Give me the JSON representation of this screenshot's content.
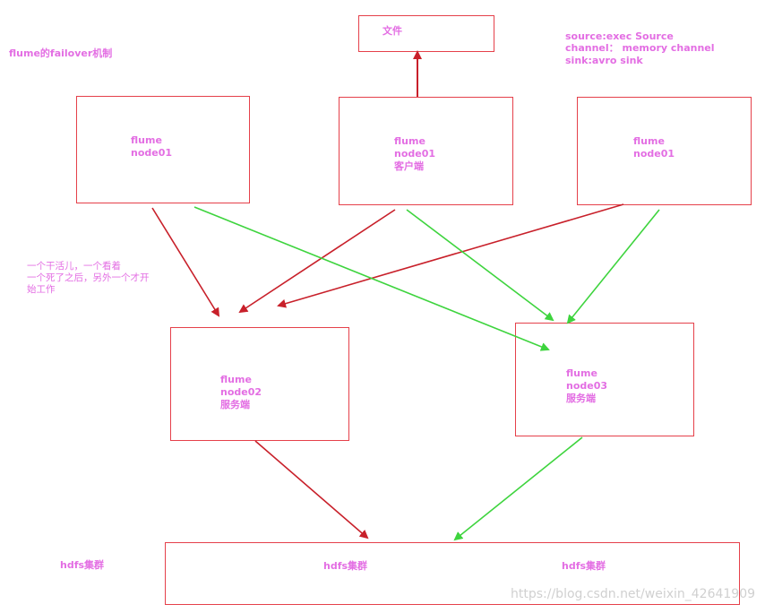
{
  "title": "flume的failover机制",
  "file_box": {
    "label": "文件"
  },
  "config": {
    "line1": "source:exec Source",
    "line2": "channel： memory  channel",
    "line3": "sink:avro  sink"
  },
  "clients": [
    {
      "line1": "flume",
      "line2": "node01",
      "line3": ""
    },
    {
      "line1": "flume",
      "line2": "node01",
      "line3": "客户端"
    },
    {
      "line1": "flume",
      "line2": "node01",
      "line3": ""
    }
  ],
  "servers": [
    {
      "line1": "flume",
      "line2": "node02",
      "line3": "服务端"
    },
    {
      "line1": "flume",
      "line2": "node03",
      "line3": "服务端"
    }
  ],
  "note": {
    "line1": "一个干活儿，一个看着",
    "line2": "一个死了之后，另外一个才开",
    "line3": "始工作"
  },
  "hdfs": {
    "outside_label": "hdfs集群",
    "label_a": "hdfs集群",
    "label_b": "hdfs集群"
  },
  "watermark": "https://blog.csdn.net/weixin_42641909",
  "colors": {
    "box_border": "#e5404a",
    "text": "#e36ee3",
    "red_arrow": "#c8202a",
    "green_arrow": "#3ed43e"
  }
}
